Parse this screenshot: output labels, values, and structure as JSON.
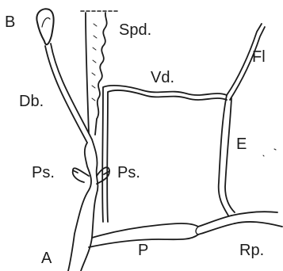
{
  "labels": {
    "b": "B",
    "spd": "Spd.",
    "vd": "Vd.",
    "fl": "Fl",
    "db": "Db.",
    "ps_left": "Ps.",
    "ps_right": "Ps.",
    "e": "E",
    "a": "A",
    "p": "P",
    "rp": "Rp."
  },
  "colors": {
    "ink": "#1b1b1b",
    "paper": "#ffffff"
  }
}
